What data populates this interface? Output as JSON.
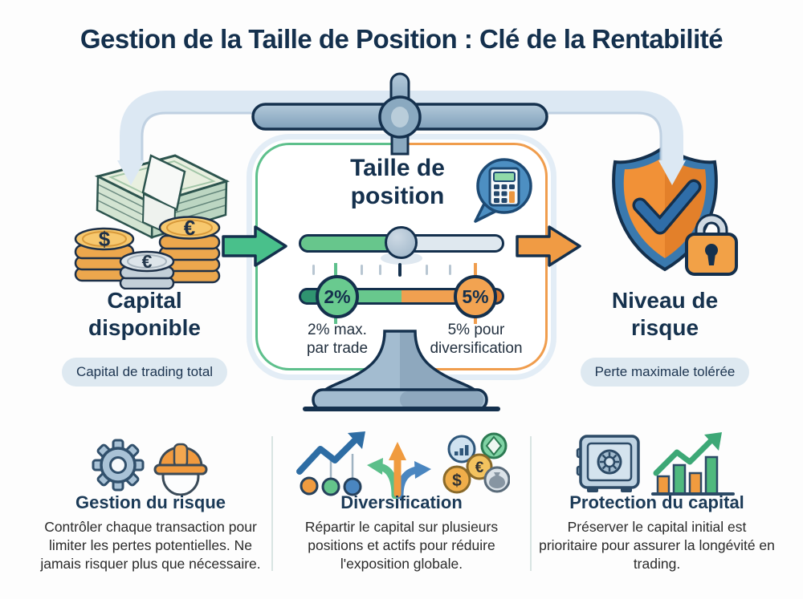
{
  "title": "Gestion de la Taille de Position : Clé de la Rentabilité",
  "left_panel": {
    "heading_line1": "Capital",
    "heading_line2": "disponible",
    "badge": "Capital de trading total"
  },
  "center_panel": {
    "heading_line1": "Taille de",
    "heading_line2": "position",
    "low_marker": "2%",
    "high_marker": "5%",
    "low_label_line1": "2% max.",
    "low_label_line2": "par trade",
    "high_label_line1": "5% pour",
    "high_label_line2": "diversification"
  },
  "right_panel": {
    "heading_line1": "Niveau de",
    "heading_line2": "risque",
    "badge": "Perte maximale tolérée"
  },
  "currency": {
    "dollar": "$",
    "euro": "€"
  },
  "bottom_sections": [
    {
      "heading": "Gestion du risque",
      "body": "Contrôler chaque transaction pour limiter les pertes potentielles. Ne jamais risquer plus que nécessaire."
    },
    {
      "heading": "Diversification",
      "body": "Répartir le capital sur plusieurs positions et actifs pour réduire l'exposition globale."
    },
    {
      "heading": "Protection du capital",
      "body": "Préserver le capital initial est prioritaire pour assurer la longévité en trading."
    }
  ],
  "icons": [
    "balance-scale-icon",
    "down-arrow-band-icon",
    "money-stack-icon",
    "coin-stack-dollar-icon",
    "coin-stack-euro-icon",
    "right-arrow-green-icon",
    "right-arrow-orange-icon",
    "calculator-bubble-icon",
    "shield-check-icon",
    "padlock-icon",
    "gear-icon",
    "hard-hat-icon",
    "trend-up-arrow-icon",
    "branch-arrows-icon",
    "asset-coins-icon",
    "safe-icon",
    "growth-chart-icon"
  ],
  "colors": {
    "navy": "#14304d",
    "green": "#5ec08c",
    "orange": "#f09d4d",
    "steel_blue": "#9db9d0",
    "badge_bg": "#dee9f1"
  }
}
